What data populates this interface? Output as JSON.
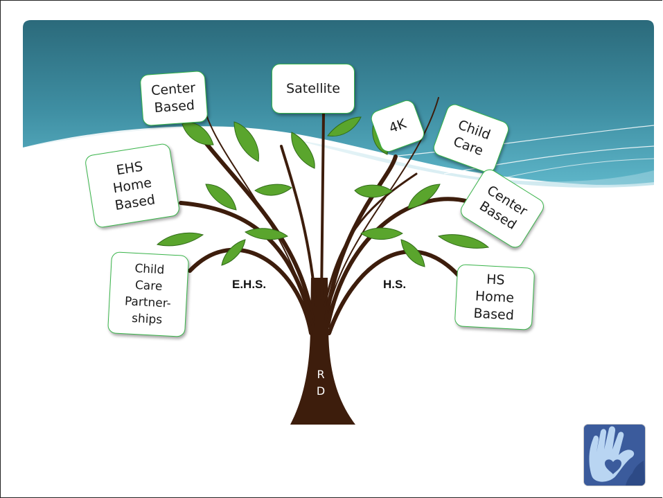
{
  "diagram": {
    "root_label": "R\nD",
    "branches": [
      {
        "label": "E.H.S."
      },
      {
        "label": "H.S."
      }
    ],
    "nodes": [
      {
        "key": "satellite",
        "text": "Satellite"
      },
      {
        "key": "center_based_left",
        "text": "Center\nBased"
      },
      {
        "key": "ehs_home_based",
        "text": "EHS\nHome\nBased"
      },
      {
        "key": "child_care_partnerships",
        "text": "Child\nCare\nPartner-\nships"
      },
      {
        "key": "four_k",
        "text": "4K"
      },
      {
        "key": "child_care",
        "text": "Child\nCare"
      },
      {
        "key": "center_based_right",
        "text": "Center\nBased"
      },
      {
        "key": "hs_home_based",
        "text": "HS\nHome\nBased"
      }
    ]
  },
  "colors": {
    "node_border": "#39b54a",
    "leaf": "#5aa52d",
    "trunk": "#3d1d0c",
    "banner_dark": "#2e6f80",
    "banner_light": "#4ba7bd"
  },
  "logo": {
    "icon": "hand-heart-icon"
  }
}
